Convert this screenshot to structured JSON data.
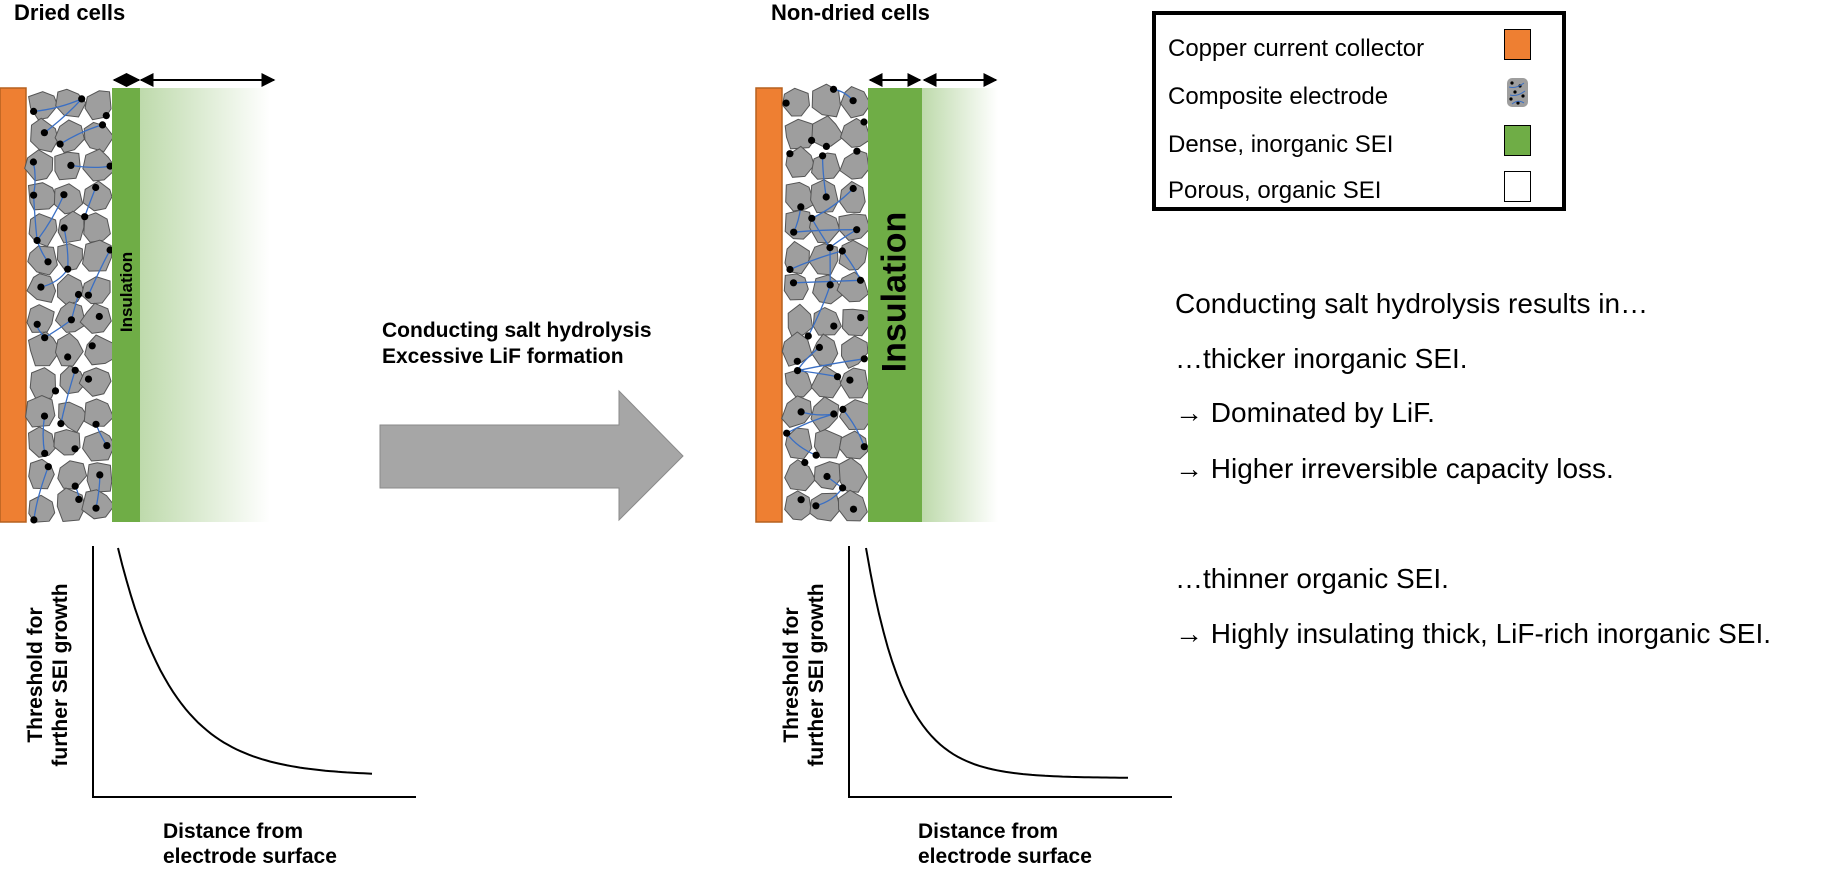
{
  "panels": {
    "dried": {
      "title": "Dried cells",
      "insulation_label": "Insulation"
    },
    "non_dried": {
      "title": "Non-dried cells",
      "insulation_label": "Insulation"
    }
  },
  "process": {
    "line1": "Conducting salt hydrolysis",
    "line2": "Excessive LiF formation"
  },
  "plots": {
    "y_label_line1": "Threshold for",
    "y_label_line2": "further SEI growth",
    "x_label_line1": "Distance from",
    "x_label_line2": "electrode surface"
  },
  "legend": {
    "items": [
      {
        "label": "Copper current collector",
        "swatch": "copper",
        "color": "#EE7F32"
      },
      {
        "label": "Composite electrode",
        "swatch": "composite",
        "color": "#9E9E9E"
      },
      {
        "label": "Dense, inorganic SEI",
        "swatch": "dense",
        "color": "#6FAD46"
      },
      {
        "label": "Porous, organic SEI",
        "swatch": "porous",
        "color": "#FFFFFF"
      }
    ]
  },
  "statements": {
    "intro": "Conducting salt hydrolysis results in…",
    "s1": "…thicker inorganic SEI.",
    "s2": "→ Dominated by LiF.",
    "s3": "→ Higher irreversible capacity loss.",
    "s4": "…thinner organic SEI.",
    "s5": "→ Highly insulating thick, LiF-rich inorganic SEI."
  },
  "colors": {
    "copper": "#EE7F32",
    "particle": "#9E9E9E",
    "binder": "#3A6FC4",
    "dense_sei": "#6FAD46",
    "arrow": "#A6A6A6"
  }
}
